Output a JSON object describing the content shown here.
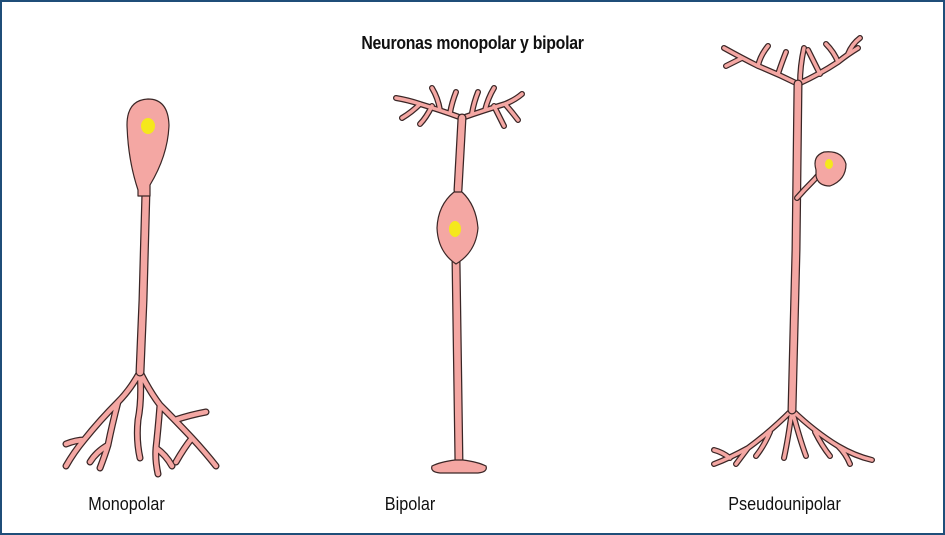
{
  "title": "Neuronas monopolar y bipolar",
  "neurons": [
    {
      "label": "Monopolar"
    },
    {
      "label": "Bipolar"
    },
    {
      "label": "Pseudounipolar"
    }
  ],
  "colors": {
    "frame": "#1f4e79",
    "cytoplasm": "#f4a7a3",
    "outline": "#3a2626",
    "nucleus": "#f5e81c"
  }
}
